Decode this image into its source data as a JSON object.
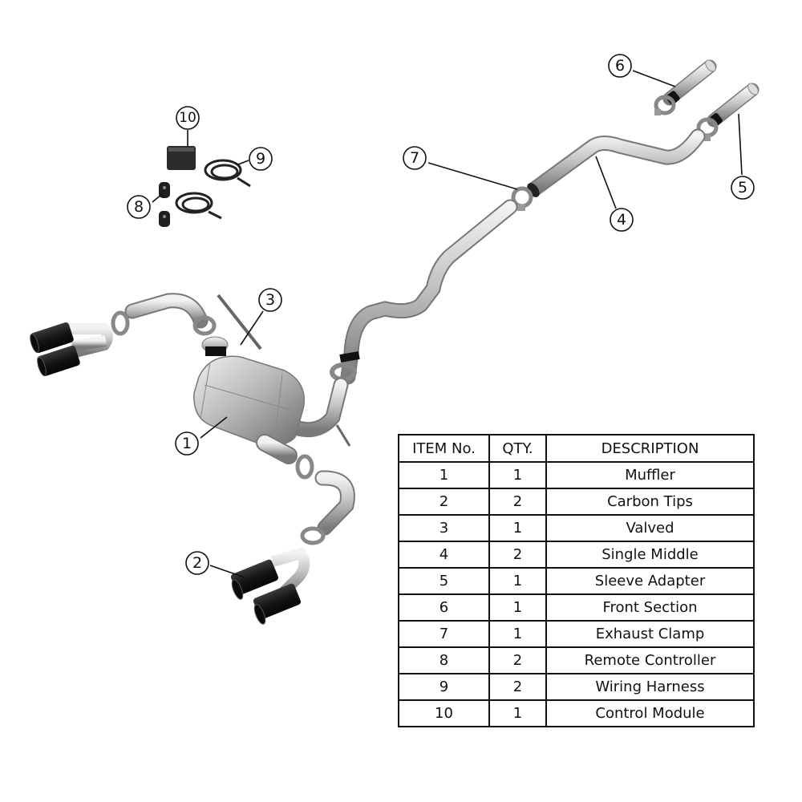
{
  "callouts": {
    "c1": "1",
    "c2": "2",
    "c3": "3",
    "c4": "4",
    "c5": "5",
    "c6": "6",
    "c7": "7",
    "c8": "8",
    "c9": "9",
    "c10": "10"
  },
  "colors": {
    "steel_light": "#e2e2e2",
    "steel_mid": "#a8a8a8",
    "steel_dark": "#6e6e6e",
    "carbon": "#1a1a1a",
    "outline": "#111111"
  },
  "icons": [
    "muffler-icon",
    "carbon-tip-icon",
    "clamp-icon",
    "remote-controller-icon",
    "wiring-harness-icon",
    "control-module-icon"
  ],
  "table": {
    "headers": {
      "item": "ITEM No.",
      "qty": "QTY.",
      "desc": "DESCRIPTION"
    },
    "rows": [
      {
        "item": "1",
        "qty": "1",
        "desc": "Muffler"
      },
      {
        "item": "2",
        "qty": "2",
        "desc": "Carbon Tips"
      },
      {
        "item": "3",
        "qty": "1",
        "desc": "Valved"
      },
      {
        "item": "4",
        "qty": "2",
        "desc": "Single Middle"
      },
      {
        "item": "5",
        "qty": "1",
        "desc": "Sleeve Adapter"
      },
      {
        "item": "6",
        "qty": "1",
        "desc": "Front Section"
      },
      {
        "item": "7",
        "qty": "1",
        "desc": "Exhaust Clamp"
      },
      {
        "item": "8",
        "qty": "2",
        "desc": "Remote Controller"
      },
      {
        "item": "9",
        "qty": "2",
        "desc": "Wiring Harness"
      },
      {
        "item": "10",
        "qty": "1",
        "desc": "Control Module"
      }
    ]
  }
}
